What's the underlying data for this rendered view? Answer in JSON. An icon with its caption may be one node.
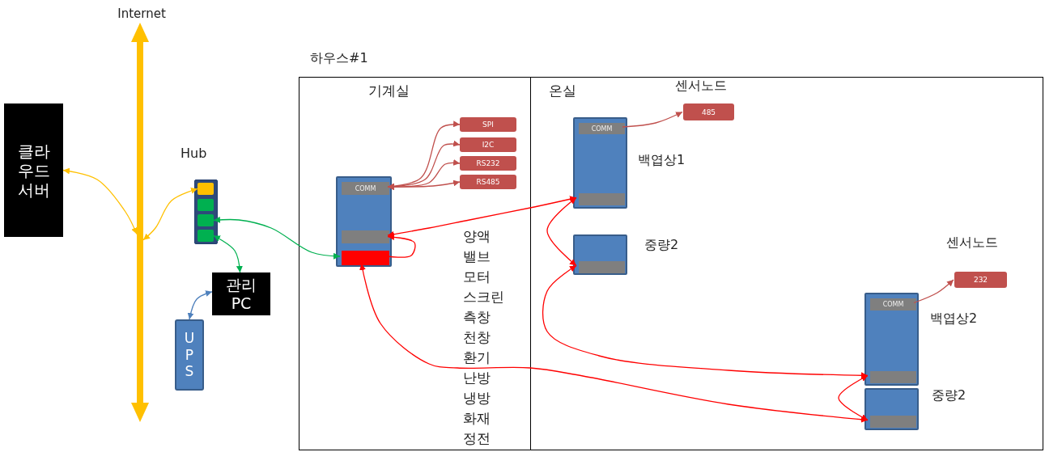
{
  "diagram": {
    "nodes": [
      {
        "text": [
          "Internet"
        ]
      },
      {
        "text": [
          "클라 우드 서버"
        ]
      },
      {
        "text": [
          "Hub"
        ]
      },
      {
        "text": [],
        "shape": "box",
        "in": 2
      },
      {
        "text": [],
        "shape": "box",
        "in": 2
      },
      {
        "text": [],
        "shape": "box",
        "in": 2
      },
      {
        "text": [],
        "shape": "box",
        "in": 2
      },
      {
        "text": [
          "관리 PC"
        ]
      },
      {
        "text": [
          "U P S"
        ]
      },
      {
        "text": [
          "하우스#1"
        ]
      },
      {
        "text": [
          "기계실"
        ],
        "in": 9
      },
      {
        "text": [
          "온실"
        ],
        "in": 9
      },
      {
        "text": [],
        "shape": "box",
        "in": 10
      },
      {
        "text": [
          "COMM"
        ],
        "in": 12
      },
      {
        "text": [],
        "shape": "bar",
        "in": 12
      },
      {
        "text": [],
        "shape": "bar",
        "in": 12
      },
      {
        "text": [
          "SPI"
        ],
        "in": 10
      },
      {
        "text": [
          "I2C"
        ],
        "in": 10
      },
      {
        "text": [
          "RS232"
        ],
        "in": 10
      },
      {
        "text": [
          "RS485"
        ],
        "in": 10
      },
      {
        "text": [],
        "shape": "box",
        "in": 11,
        "beside": [
          "백엽상1"
        ]
      },
      {
        "text": [
          "COMM"
        ],
        "in": 20
      },
      {
        "text": [],
        "shape": "bar",
        "in": 20
      },
      {
        "text": [
          "485"
        ],
        "in": 11,
        "beside": [
          "센서노드"
        ]
      },
      {
        "text": [],
        "shape": "box",
        "in": 11,
        "beside": [
          "중량2"
        ]
      },
      {
        "text": [],
        "shape": "bar",
        "in": 24
      },
      {
        "text": [],
        "shape": "box",
        "in": 11,
        "beside": [
          "백엽상2"
        ]
      },
      {
        "text": [
          "COMM"
        ],
        "in": 26
      },
      {
        "text": [],
        "shape": "bar",
        "in": 26
      },
      {
        "text": [
          "232"
        ],
        "in": 11,
        "beside": [
          "센서노드"
        ]
      },
      {
        "text": [],
        "shape": "box",
        "in": 11,
        "beside": [
          "중량2"
        ]
      },
      {
        "text": [],
        "shape": "bar",
        "in": 30
      }
    ],
    "edges": [
      {
        "from": 1,
        "to": 0,
        "arrow": "both",
        "color": "#ffc000"
      },
      {
        "from": 3,
        "to": 0,
        "arrow": "both",
        "color": "#ffc000"
      },
      {
        "from": 15,
        "to": 5,
        "arrow": "both",
        "color": "#00b050"
      },
      {
        "from": 6,
        "to": 7,
        "arrow": "both",
        "color": "#00b050"
      },
      {
        "from": 7,
        "to": 8,
        "arrow": "both",
        "color": "#4f81bd"
      },
      {
        "from": 13,
        "to": 16,
        "arrow": "both",
        "color": "#c0504d"
      },
      {
        "from": 13,
        "to": 17,
        "arrow": "both",
        "color": "#c0504d"
      },
      {
        "from": 13,
        "to": 18,
        "arrow": "both",
        "color": "#c0504d"
      },
      {
        "from": 13,
        "to": 19,
        "arrow": "both",
        "color": "#c0504d"
      },
      {
        "from": 14,
        "to": 22,
        "arrow": "both",
        "color": "#ff0000"
      },
      {
        "from": 15,
        "to": 14,
        "arrow": "to",
        "color": "#ff0000"
      },
      {
        "from": 22,
        "to": 25,
        "arrow": "both",
        "color": "#ff0000"
      },
      {
        "from": 25,
        "to": 28,
        "arrow": "both",
        "color": "#ff0000"
      },
      {
        "from": 15,
        "to": 31,
        "arrow": "both",
        "color": "#ff0000"
      },
      {
        "from": 28,
        "to": 31,
        "arrow": "both",
        "color": "#ff0000"
      },
      {
        "from": 21,
        "to": 23,
        "arrow": "to",
        "color": "#c0504d"
      },
      {
        "from": 27,
        "to": 29,
        "arrow": "to",
        "color": "#c0504d"
      }
    ],
    "labels": [
      "양액",
      "밸브",
      "모터",
      "스크린",
      "측창",
      "천창",
      "환기",
      "난방",
      "냉방",
      "화재",
      "정전"
    ]
  }
}
